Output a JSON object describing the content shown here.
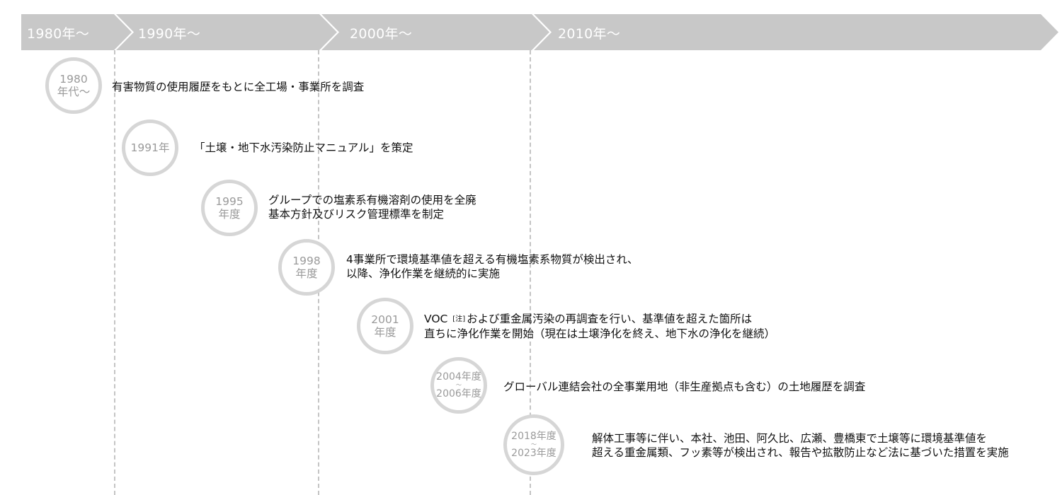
{
  "eras": [
    "1980年〜",
    "1990年〜",
    "2000年〜",
    "2010年〜"
  ],
  "events": [
    {
      "badge": [
        "1980",
        "年代〜"
      ],
      "text": [
        "有害物質の使用履歴をもとに全工場・事業所を調査"
      ]
    },
    {
      "badge": [
        "1991年"
      ],
      "text": [
        "「土壌・地下水汚染防止マニュアル」を策定"
      ]
    },
    {
      "badge": [
        "1995",
        "年度"
      ],
      "text": [
        "グループでの塩素系有機溶剤の使用を全廃",
        "基本方針及びリスク管理標準を制定"
      ]
    },
    {
      "badge": [
        "1998",
        "年度"
      ],
      "text": [
        "4事業所で環境基準値を超える有機塩素系物質が検出され、",
        "以降、浄化作業を継続的に実施"
      ]
    },
    {
      "badge": [
        "2001",
        "年度"
      ],
      "text_prefix": "VOC",
      "note": "[注]",
      "text_suffix": "および重金属汚染の再調査を行い、基準値を超えた箇所は",
      "text2": "直ちに浄化作業を開始（現在は土壌浄化を終え、地下水の浄化を継続）"
    },
    {
      "badge": [
        "2004年度",
        "〜",
        "2006年度"
      ],
      "text": [
        "グローバル連結会社の全事業用地（非生産拠点も含む）の土地履歴を調査"
      ]
    },
    {
      "badge": [
        "2018年度",
        "〜",
        "2023年度"
      ],
      "text": [
        "解体工事等に伴い、本社、池田、阿久比、広瀬、豊橋東で土壌等に環境基準値を",
        "超える重金属類、フッ素等が検出され、報告や拡散防止など法に基づいた措置を実施"
      ]
    }
  ]
}
